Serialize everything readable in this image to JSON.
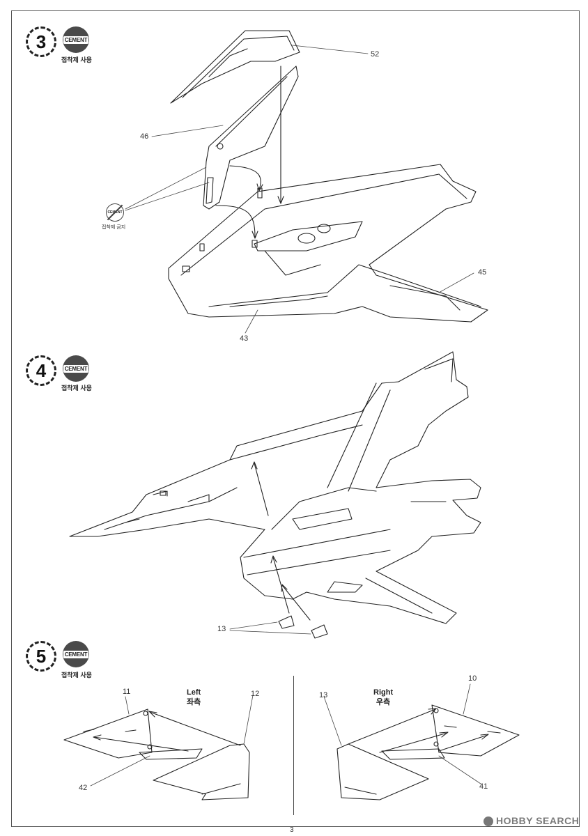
{
  "steps": [
    {
      "number": "3",
      "cement_label": "CEMENT",
      "cement_note": "접착제 사용"
    },
    {
      "number": "4",
      "cement_label": "CEMENT",
      "cement_note": "접착제 사용"
    },
    {
      "number": "5",
      "cement_label": "CEMENT",
      "cement_note": "접착제 사용"
    }
  ],
  "no_cement": {
    "label": "CEMENT",
    "note": "접착제 금지"
  },
  "step3_callouts": {
    "p52": "52",
    "p46": "46",
    "p45": "45",
    "p43": "43"
  },
  "step4_callouts": {
    "p13": "13"
  },
  "step5": {
    "left": {
      "title": "Left",
      "subtitle": "좌측",
      "p11": "11",
      "p12": "12",
      "p42": "42"
    },
    "right": {
      "title": "Right",
      "subtitle": "우측",
      "p13": "13",
      "p10": "10",
      "p41": "41"
    }
  },
  "page_number": "3",
  "watermark": "HOBBY SEARCH"
}
